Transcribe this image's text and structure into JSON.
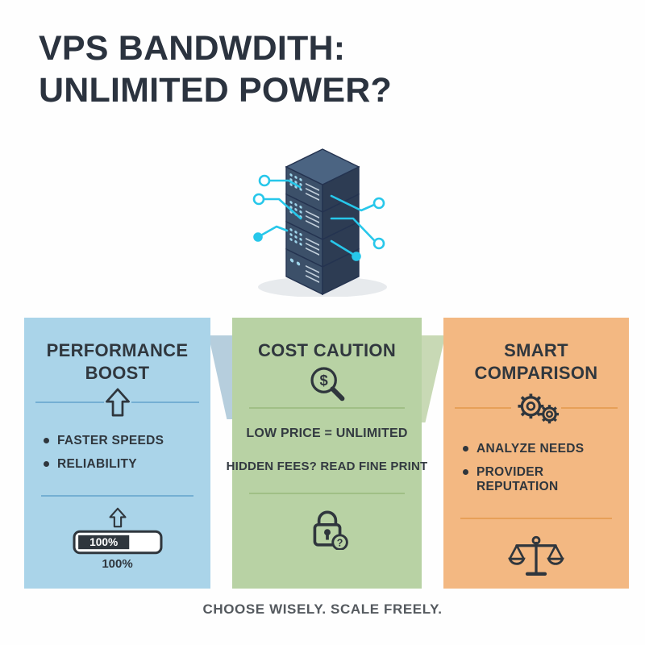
{
  "title": {
    "line1": "VPS BANDWDITH:",
    "line2": "UNLIMITED POWER?"
  },
  "hero": {
    "icon": "server-stack-illustration"
  },
  "panels": {
    "performance": {
      "title": "PERFORMANCE BOOST",
      "icon": "up-arrow-icon",
      "bullets": [
        "FASTER SPEEDS",
        "RELIABILITY"
      ],
      "footer_icons": [
        "small-up-arrow-icon",
        "progress-bar"
      ],
      "progress_value": "100%",
      "progress_caption": "100%",
      "bg": "#aad4e9"
    },
    "cost": {
      "title": "COST CAUTION",
      "icon": "magnifier-dollar-icon",
      "icon_symbol": "$",
      "lines": [
        "LOW PRICE = UNLIMITED",
        "HIDDEN FEES? READ FINE PRINT"
      ],
      "footer_icon": "lock-question-icon",
      "badge_symbol": "?",
      "bg": "#b8d2a4"
    },
    "comparison": {
      "title": "SMART COMPARISON",
      "icon": "gears-icon",
      "bullets": [
        "ANALYZE NEEDS",
        "PROVIDER REPUTATION"
      ],
      "footer_icon": "balance-scale-icon",
      "bg": "#f3b882"
    }
  },
  "footer": {
    "tagline": "CHOOSE WISELY. SCALE FREELY."
  },
  "colors": {
    "ink": "#2f363d",
    "title_ink": "#2b333f",
    "circuit_cyan": "#27c7ea",
    "server_front": "#3c5069",
    "server_side": "#2d3c53",
    "server_top": "#4b6482"
  }
}
